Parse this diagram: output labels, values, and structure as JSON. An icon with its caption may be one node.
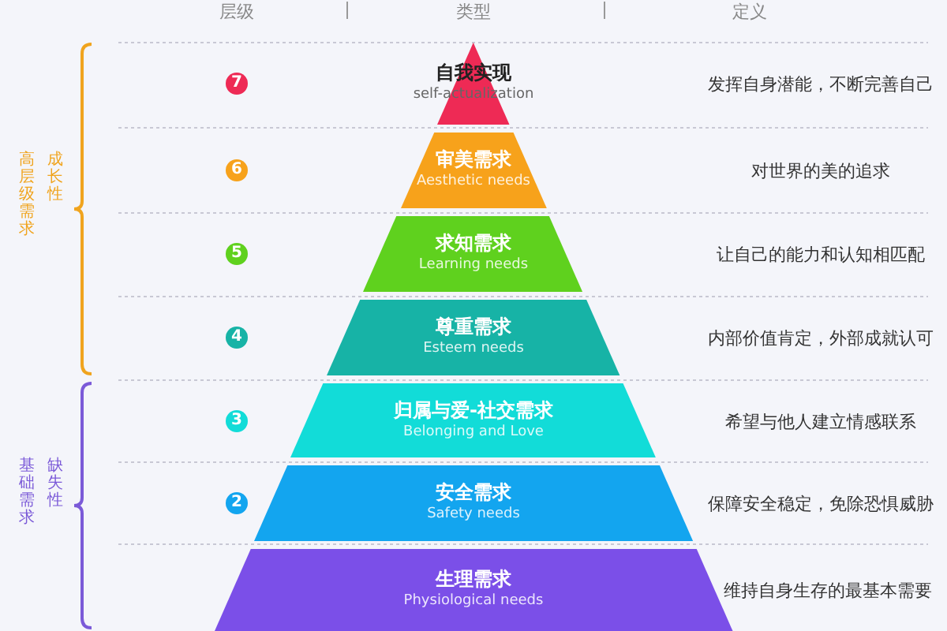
{
  "diagram": {
    "nodes": [
      {
        "text": [
          "7"
        ]
      },
      {
        "text": [
          "自我实现",
          "self-actualization"
        ]
      },
      {
        "text": [
          "6"
        ]
      },
      {
        "text": [
          "审美需求",
          "Aesthetic needs"
        ]
      },
      {
        "text": [
          "5"
        ]
      },
      {
        "text": [
          "求知需求",
          "Learning needs"
        ]
      },
      {
        "text": [
          "4"
        ]
      },
      {
        "text": [
          "尊重需求",
          "Esteem needs"
        ]
      },
      {
        "text": [
          "3"
        ]
      },
      {
        "text": [
          "归属与爱-社交需求",
          "Belonging and Love"
        ]
      },
      {
        "text": [
          "2"
        ]
      },
      {
        "text": [
          "安全需求",
          "Safety needs"
        ]
      },
      {
        "text": [
          "生理需求",
          "Physiological needs"
        ]
      }
    ],
    "labels": [
      "层级",
      "类型",
      "定义",
      "高层级需求",
      "成长性",
      "发挥自身潜能，不断完善自己",
      "对世界的美的追求",
      "让自己的能力和认知相匹配",
      "内部价值肯定，外部成就认可",
      "基础需求",
      "缺失性",
      "希望与他人建立情感联系",
      "保障安全稳定，免除恐惧威胁",
      "维持自身生存的最基本需要"
    ]
  }
}
